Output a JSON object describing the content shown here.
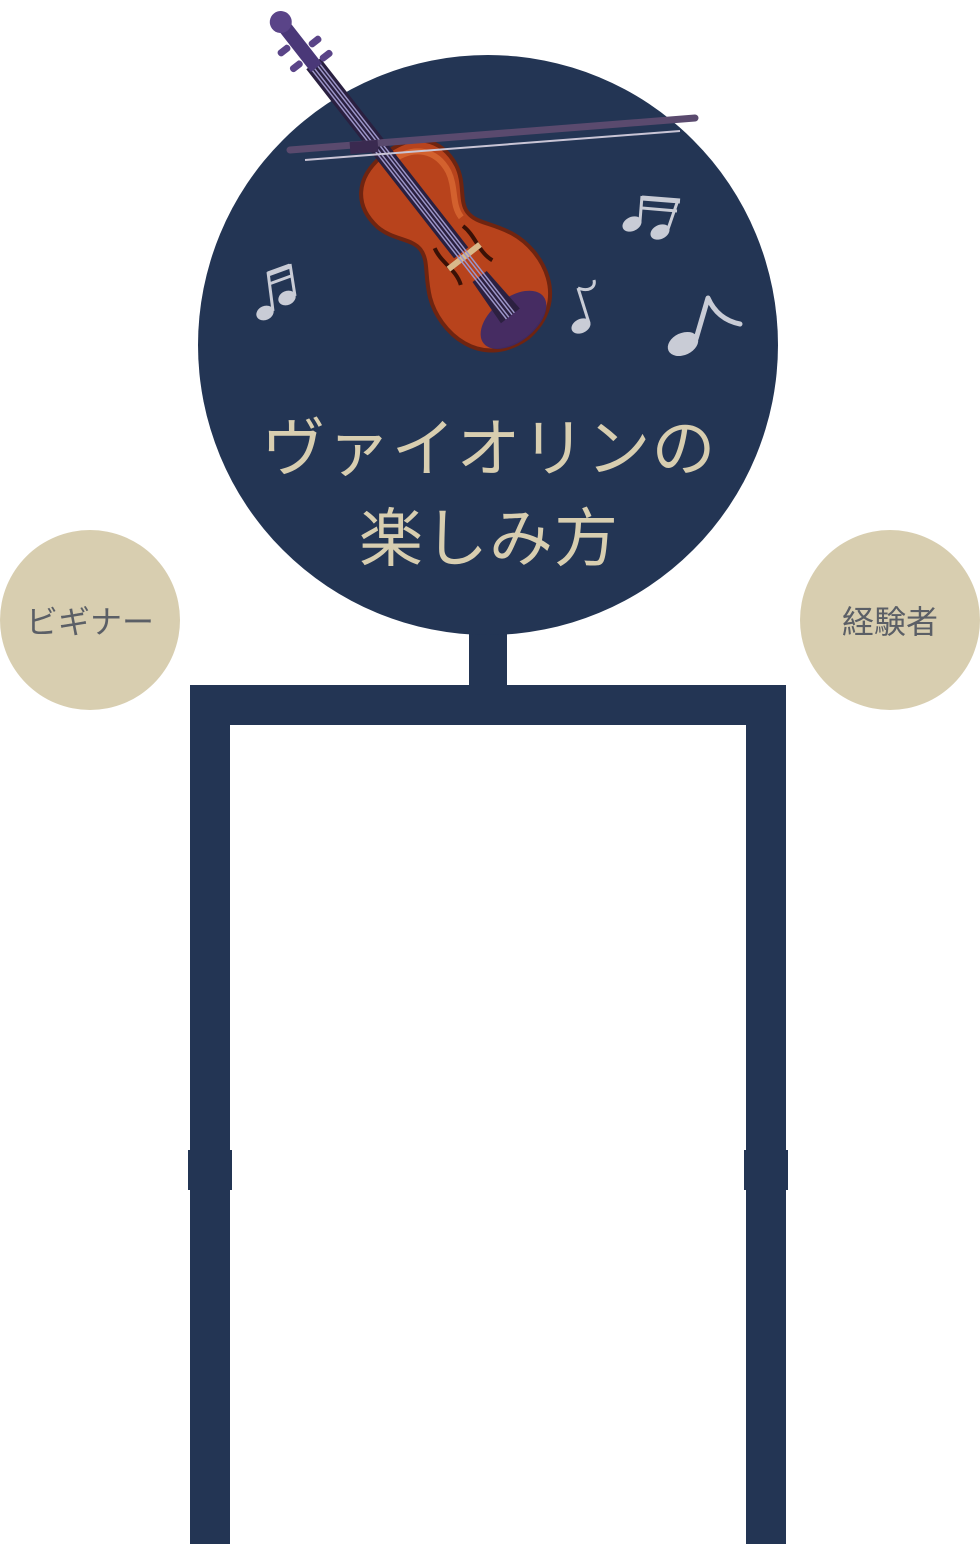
{
  "title": {
    "line1": "ヴァイオリンの",
    "line2": "楽しみ方"
  },
  "badges": {
    "left": "ビギナー",
    "right": "経験者"
  },
  "colors": {
    "navy": "#233554",
    "beige": "#d8ceb0",
    "note": "#c9ccd6",
    "badge_text": "#5b5f66"
  },
  "icons": [
    "violin-icon",
    "bow-icon",
    "beamed-notes-icon",
    "eighth-note-icon"
  ]
}
